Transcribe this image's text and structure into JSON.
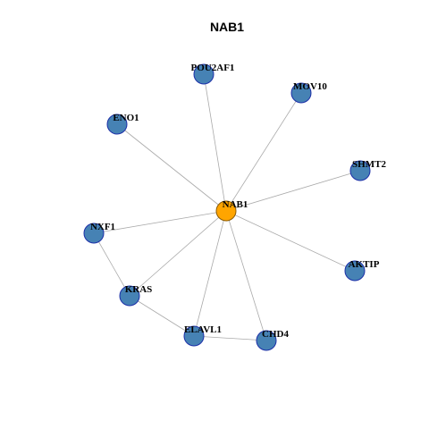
{
  "title": "NAB1",
  "colors": {
    "center_fill": "#FFA500",
    "center_stroke": "#8B5A00",
    "node_fill": "#4682B4",
    "node_stroke": "#1C2FA8",
    "edge": "#AAAAAA"
  },
  "nodes": [
    {
      "id": "NAB1",
      "label": "NAB1",
      "role": "center"
    },
    {
      "id": "POU2AF1",
      "label": "POU2AF1",
      "role": "neighbor"
    },
    {
      "id": "MOV10",
      "label": "MOV10",
      "role": "neighbor"
    },
    {
      "id": "ENO1",
      "label": "ENO1",
      "role": "neighbor"
    },
    {
      "id": "SHMT2",
      "label": "SHMT2",
      "role": "neighbor"
    },
    {
      "id": "NXF1",
      "label": "NXF1",
      "role": "neighbor"
    },
    {
      "id": "AKTIP",
      "label": "AKTIP",
      "role": "neighbor"
    },
    {
      "id": "KRAS",
      "label": "KRAS",
      "role": "neighbor"
    },
    {
      "id": "ELAVL1",
      "label": "ELAVL1",
      "role": "neighbor"
    },
    {
      "id": "CHD4",
      "label": "CHD4",
      "role": "neighbor"
    }
  ],
  "edges": [
    {
      "source": "NAB1",
      "target": "POU2AF1"
    },
    {
      "source": "NAB1",
      "target": "MOV10"
    },
    {
      "source": "NAB1",
      "target": "ENO1"
    },
    {
      "source": "NAB1",
      "target": "SHMT2"
    },
    {
      "source": "NAB1",
      "target": "NXF1"
    },
    {
      "source": "NAB1",
      "target": "AKTIP"
    },
    {
      "source": "NAB1",
      "target": "KRAS"
    },
    {
      "source": "NAB1",
      "target": "ELAVL1"
    },
    {
      "source": "NAB1",
      "target": "CHD4"
    },
    {
      "source": "NXF1",
      "target": "KRAS"
    },
    {
      "source": "KRAS",
      "target": "ELAVL1"
    },
    {
      "source": "ELAVL1",
      "target": "CHD4"
    }
  ]
}
